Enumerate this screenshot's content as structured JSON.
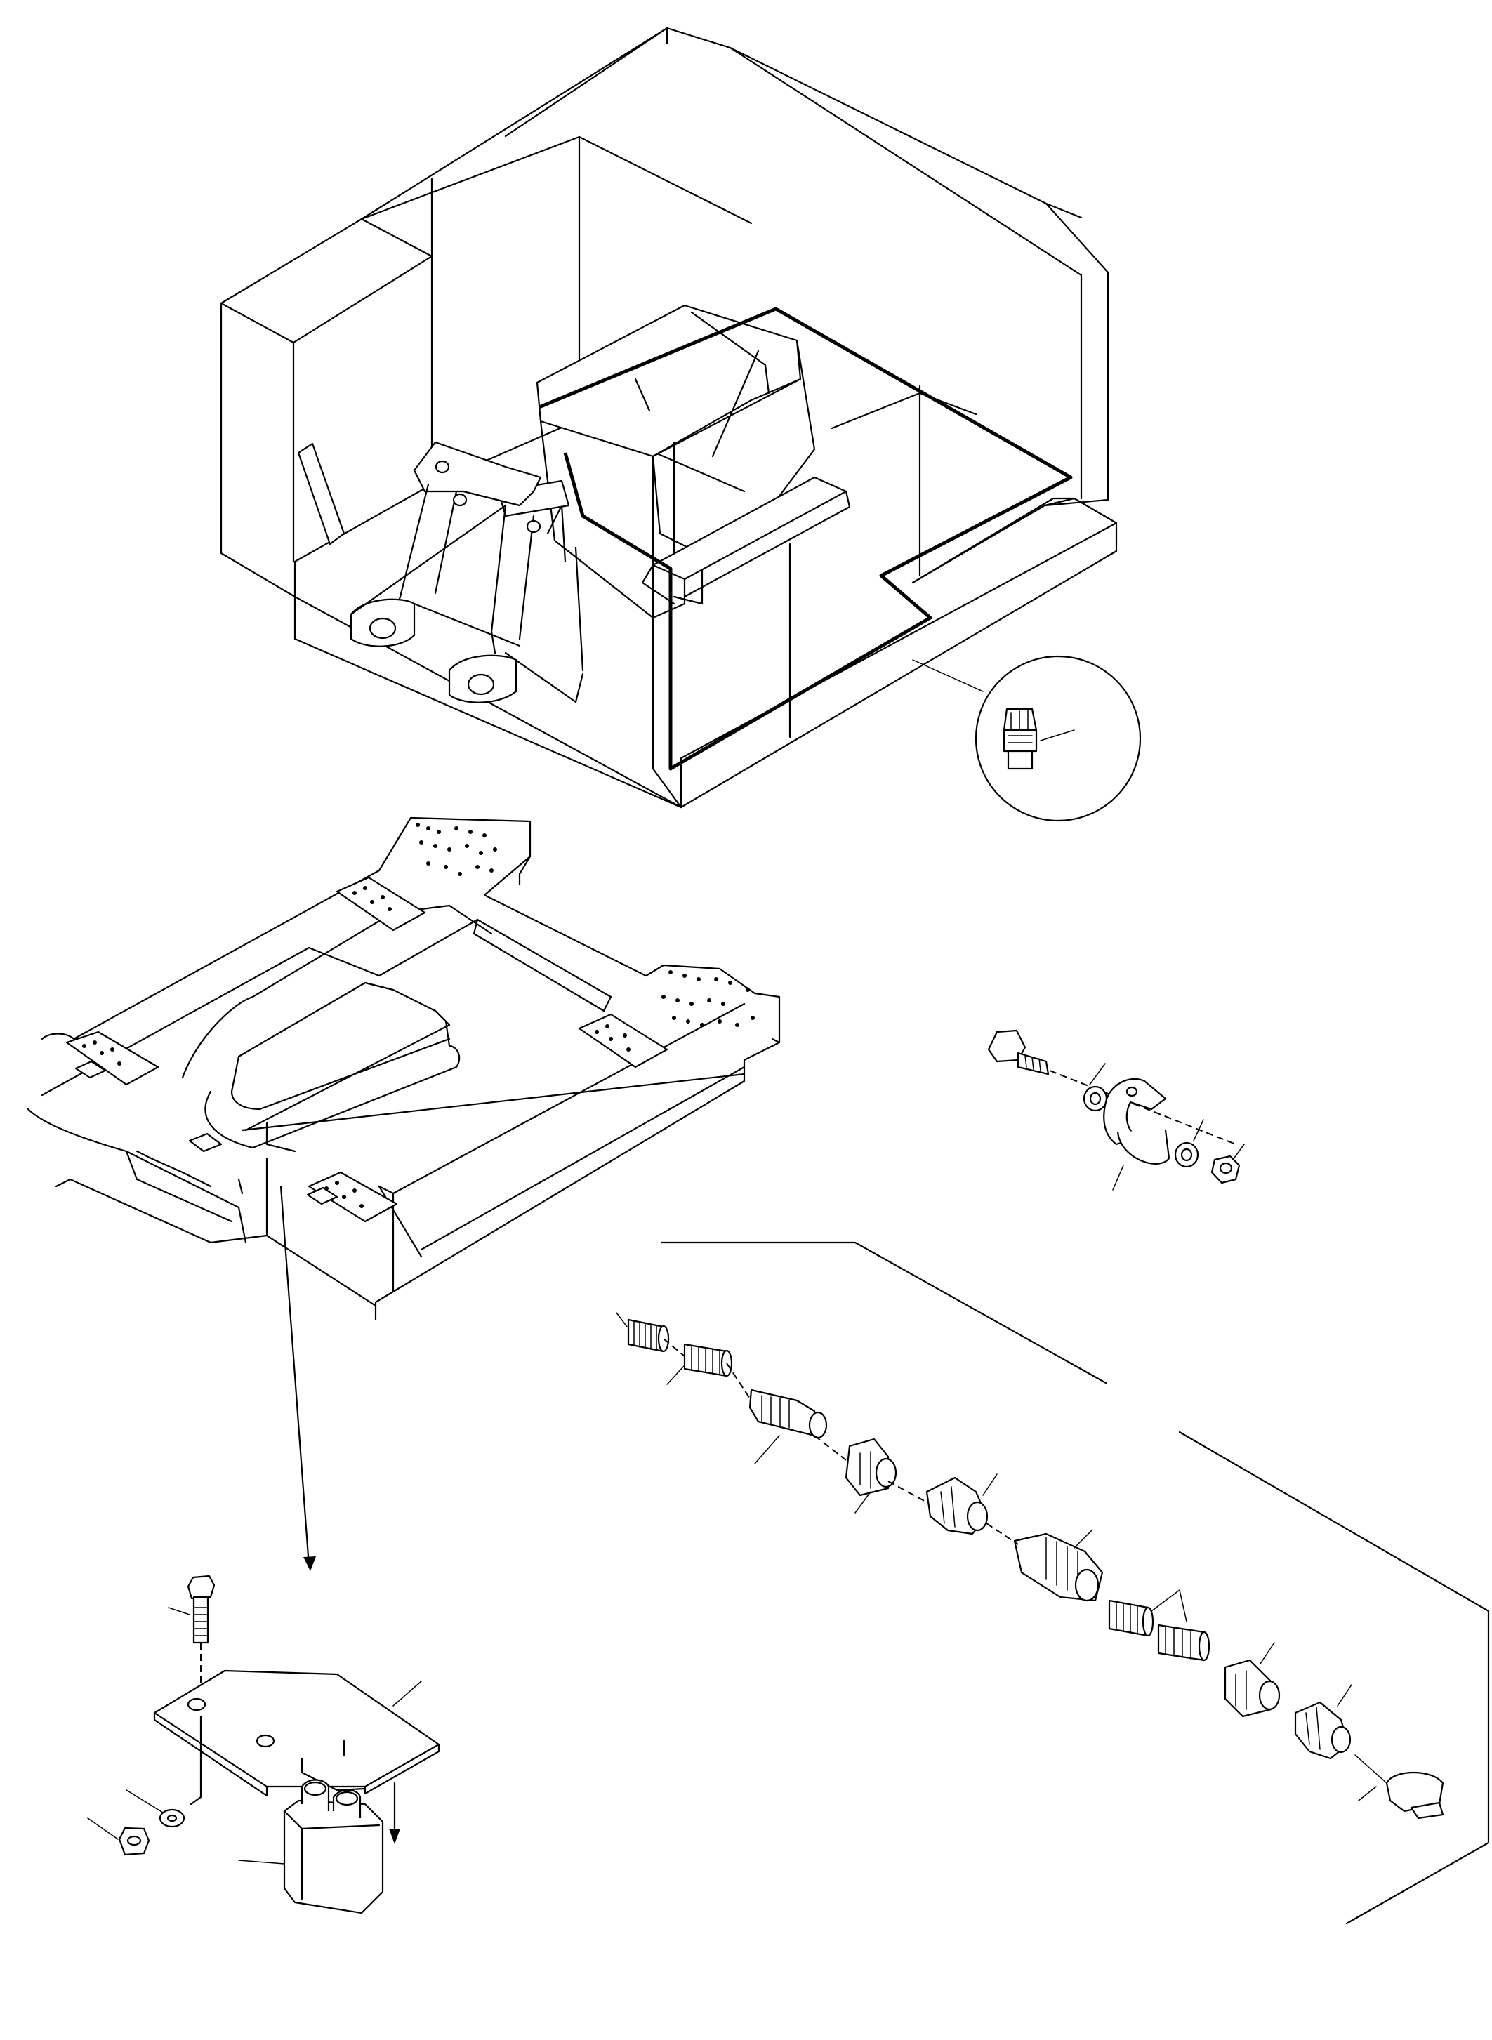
{
  "drawing": {
    "type": "exploded-parts-diagram",
    "background": "#ffffff",
    "line_color": "#000000"
  },
  "views": [
    {
      "name": "machine-upper-structure"
    },
    {
      "name": "detail-circle-fitting"
    },
    {
      "name": "revolving-frame"
    },
    {
      "name": "clamp-assembly"
    },
    {
      "name": "swivel-fitting-chain"
    },
    {
      "name": "bracket-assembly"
    }
  ]
}
